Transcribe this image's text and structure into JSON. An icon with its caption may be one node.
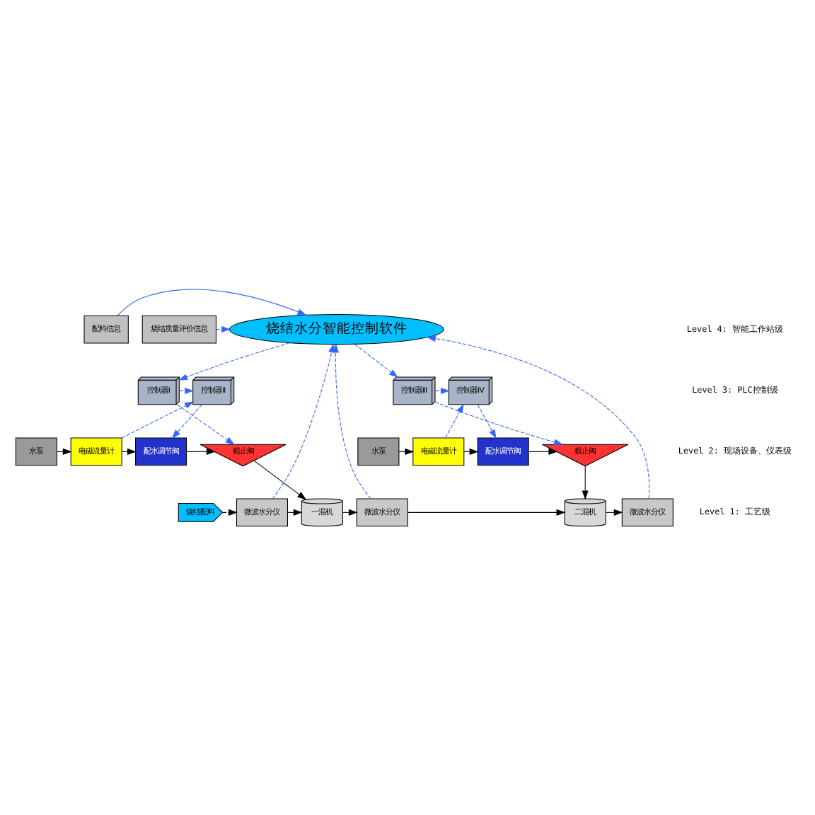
{
  "diagram": {
    "nodes": [
      {
        "text": [
          "烧结质量评价信息"
        ]
      },
      {
        "text": [
          "配料信息"
        ]
      },
      {
        "text": [
          "烧结水分智能控制软件"
        ]
      },
      {
        "text": [
          "控制器Ⅰ"
        ]
      },
      {
        "text": [
          "控制器Ⅱ"
        ]
      },
      {
        "text": [
          "控制器Ⅲ"
        ]
      },
      {
        "text": [
          "控制器Ⅳ"
        ]
      },
      {
        "text": [
          "水泵"
        ]
      },
      {
        "text": [
          "电磁流量计"
        ]
      },
      {
        "text": [
          "配水调节阀"
        ]
      },
      {
        "text": [
          "截止阀"
        ]
      },
      {
        "text": [
          "水泵"
        ]
      },
      {
        "text": [
          "电磁流量计"
        ]
      },
      {
        "text": [
          "配水调节阀"
        ]
      },
      {
        "text": [
          "截止阀"
        ]
      },
      {
        "text": [
          "烧结配料"
        ]
      },
      {
        "text": [
          "微波水分仪"
        ]
      },
      {
        "text": [
          "一混机"
        ]
      },
      {
        "text": [
          "微波水分仪"
        ]
      },
      {
        "text": [
          "二混机"
        ]
      },
      {
        "text": [
          "微波水分仪"
        ]
      }
    ],
    "edges": [
      {
        "from": 0,
        "to": 2,
        "arrow": "to",
        "style": "dashed"
      },
      {
        "from": 1,
        "to": 2,
        "arrow": "to"
      },
      {
        "from": 16,
        "to": 2,
        "arrow": "to",
        "style": "dashed"
      },
      {
        "from": 18,
        "to": 2,
        "arrow": "to",
        "style": "dashed"
      },
      {
        "from": 20,
        "to": 2,
        "arrow": "to",
        "style": "dashed"
      },
      {
        "from": 2,
        "to": 3,
        "arrow": "to",
        "style": "dashed"
      },
      {
        "from": 2,
        "to": 5,
        "arrow": "to",
        "style": "dashed"
      },
      {
        "from": 3,
        "to": 4,
        "arrow": "to",
        "style": "dashed"
      },
      {
        "from": 5,
        "to": 6,
        "arrow": "to",
        "style": "dashed"
      },
      {
        "from": 8,
        "to": 4,
        "arrow": "to",
        "style": "dashed"
      },
      {
        "from": 4,
        "to": 9,
        "arrow": "to",
        "style": "dashed"
      },
      {
        "from": 3,
        "to": 10,
        "arrow": "to",
        "style": "dashed"
      },
      {
        "from": 12,
        "to": 6,
        "arrow": "to",
        "style": "dashed"
      },
      {
        "from": 6,
        "to": 13,
        "arrow": "to",
        "style": "dashed"
      },
      {
        "from": 5,
        "to": 14,
        "arrow": "to",
        "style": "dashed"
      },
      {
        "from": 7,
        "to": 8,
        "arrow": "to",
        "color": "#000000"
      },
      {
        "from": 8,
        "to": 9,
        "arrow": "to",
        "color": "#000000"
      },
      {
        "from": 9,
        "to": 10,
        "arrow": "to",
        "color": "#000000"
      },
      {
        "from": 10,
        "to": 17,
        "arrow": "to",
        "color": "#000000"
      },
      {
        "from": 11,
        "to": 12,
        "arrow": "to",
        "color": "#000000"
      },
      {
        "from": 12,
        "to": 13,
        "arrow": "to",
        "color": "#000000"
      },
      {
        "from": 13,
        "to": 14,
        "arrow": "to",
        "color": "#000000"
      },
      {
        "from": 14,
        "to": 19,
        "arrow": "to",
        "color": "#000000"
      },
      {
        "from": 15,
        "to": 16,
        "arrow": "to",
        "style": "dashed",
        "color": "#000000"
      },
      {
        "from": 16,
        "to": 17,
        "arrow": "to",
        "color": "#000000"
      },
      {
        "from": 17,
        "to": 18,
        "arrow": "to",
        "color": "#000000"
      },
      {
        "from": 18,
        "to": 19,
        "arrow": "to",
        "color": "#000000"
      },
      {
        "from": 19,
        "to": 20,
        "arrow": "to",
        "color": "#000000"
      }
    ],
    "labels": [
      "Level 4: 智能工作站级",
      "Level 3: PLC控制级",
      "Level 2: 现场设备、仪表级",
      "Level 1: 工艺级"
    ]
  }
}
